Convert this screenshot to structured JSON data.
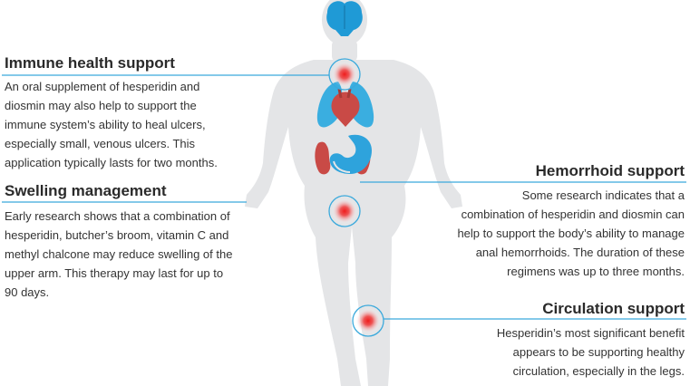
{
  "colors": {
    "body": "#e4e5e7",
    "brain": "#1f9ad6",
    "lungs": "#3aaee0",
    "heart": "#c94a46",
    "stomach": "#2ea3dc",
    "kidneys": "#c94a46",
    "hotspot": "#ef1c1c",
    "leader_line": "#3aa9dc"
  },
  "callouts": {
    "immune": {
      "title": "Immune health support",
      "lines": [
        "An oral supplement of hesperidin and",
        "diosmin may also help to support the",
        "immune system’s ability to heal ulcers,",
        "especially small, venous ulcers. This",
        "application typically lasts for two months."
      ]
    },
    "swelling": {
      "title": "Swelling management",
      "lines": [
        "Early research shows that a combination of",
        "hesperidin, butcher’s broom, vitamin C and",
        "methyl chalcone may reduce swelling of the",
        "upper arm. This therapy may last for up to",
        "90 days."
      ]
    },
    "hemorrhoid": {
      "title": "Hemorrhoid support",
      "lines": [
        "Some research indicates that a",
        "combination of hesperidin and diosmin can",
        "help to support the body’s ability to manage",
        "anal hemorrhoids. The duration of these",
        "regimens was up to three months."
      ]
    },
    "circulation": {
      "title": "Circulation support",
      "lines": [
        "Hesperidin’s most significant benefit",
        "appears to be supporting healthy",
        "circulation, especially in the legs."
      ]
    }
  }
}
